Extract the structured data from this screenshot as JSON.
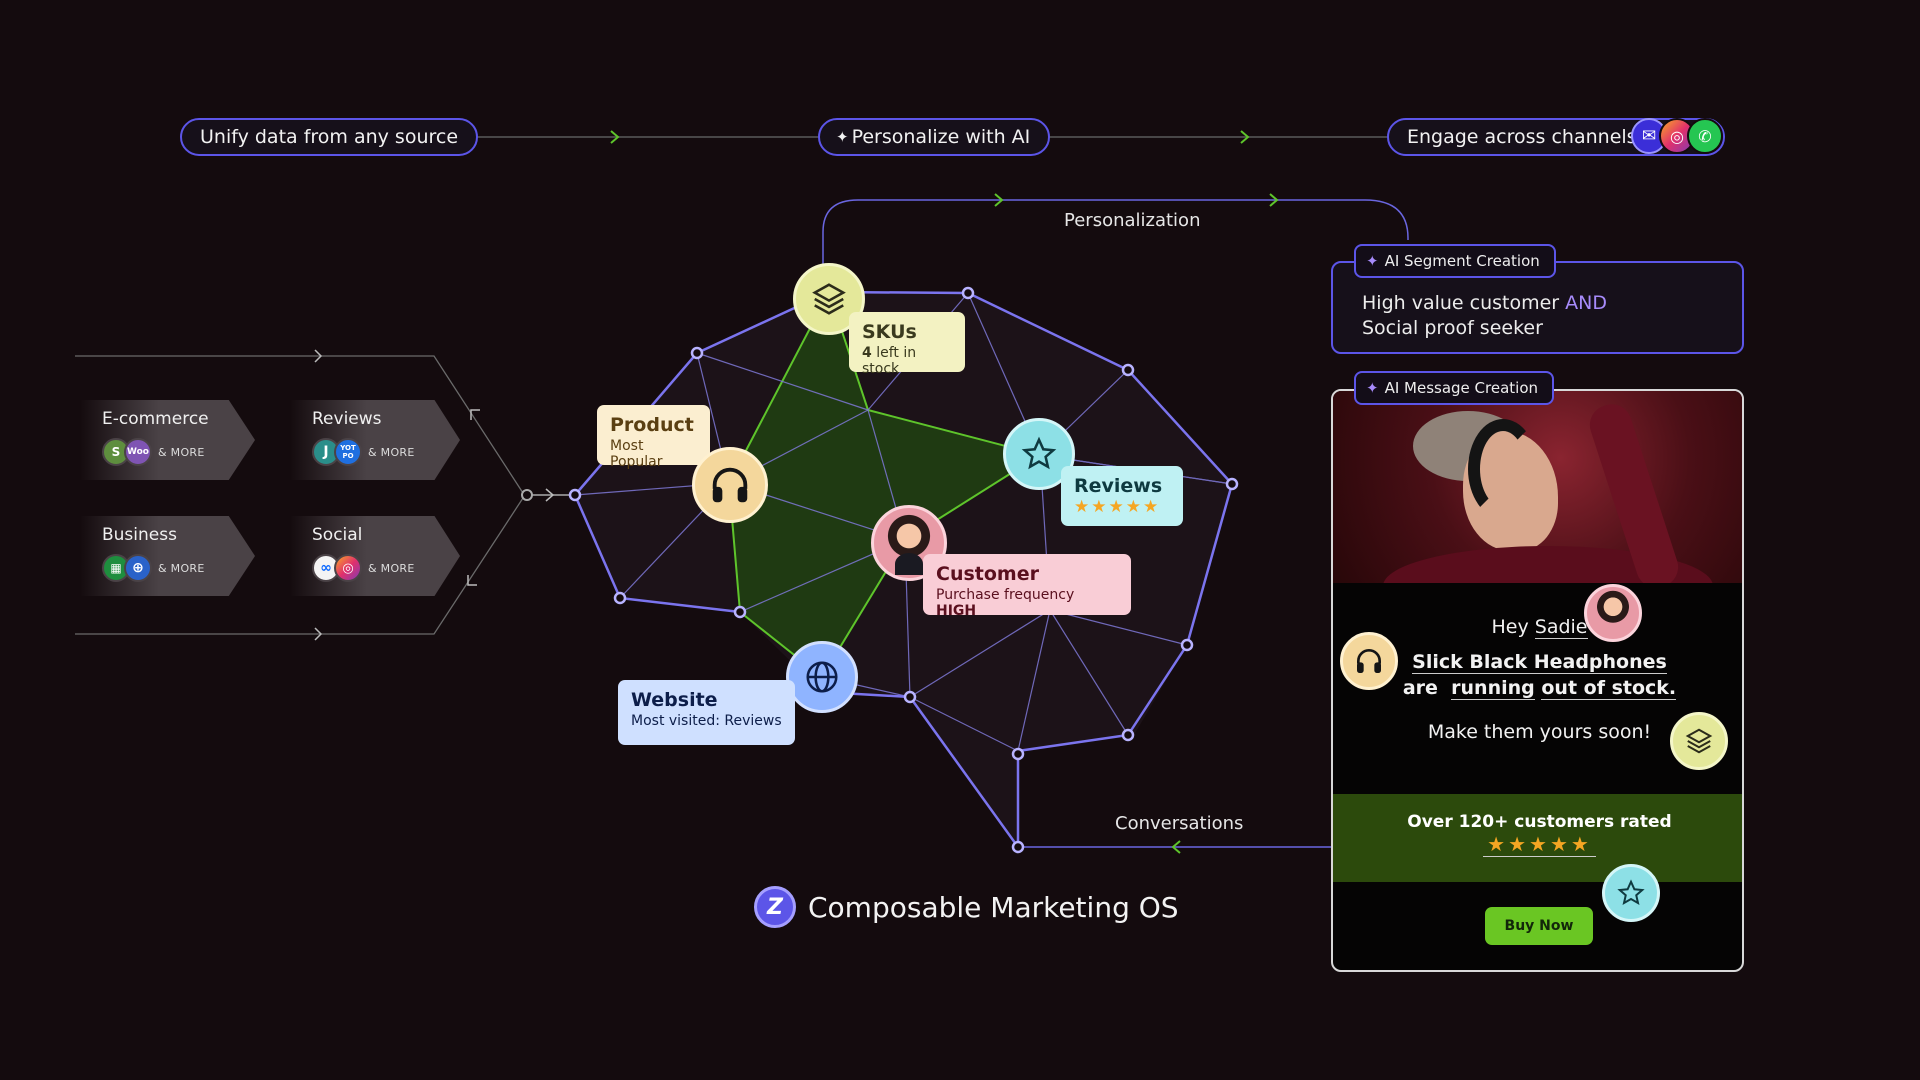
{
  "steps": {
    "unify": "Unify data from any source",
    "personalize": "Personalize with AI",
    "engage": "Engage across channels"
  },
  "sources": [
    {
      "label": "E-commerce",
      "more": "& MORE",
      "icons": [
        "shopify-icon",
        "woo-icon"
      ]
    },
    {
      "label": "Reviews",
      "more": "& MORE",
      "icons": [
        "judgeme-icon",
        "yotpo-icon"
      ]
    },
    {
      "label": "Business",
      "more": "& MORE",
      "icons": [
        "sheets-icon",
        "globe-icon"
      ]
    },
    {
      "label": "Social",
      "more": "& MORE",
      "icons": [
        "meta-icon",
        "instagram-icon"
      ]
    }
  ],
  "icon_text": {
    "woo": "Woo",
    "judgeme": "J",
    "yotpo": "YOT PO"
  },
  "graph": {
    "personalization_label": "Personalization",
    "conversations_label": "Conversations",
    "skus": {
      "title": "SKUs",
      "count": "4",
      "detail": "left in stock"
    },
    "product": {
      "title": "Product",
      "detail": "Most Popular"
    },
    "reviews": {
      "title": "Reviews",
      "stars": "★★★★★"
    },
    "customer": {
      "title": "Customer",
      "detail": "Purchase frequency",
      "level": "HIGH"
    },
    "website": {
      "title": "Website",
      "detail": "Most visited: Reviews"
    }
  },
  "brand": {
    "name": "Composable Marketing OS"
  },
  "segment": {
    "tag": "AI Segment Creation",
    "line1_a": "High value customer ",
    "line1_b": "AND",
    "line2": "Social proof seeker"
  },
  "message": {
    "tag": "AI Message Creation",
    "greeting": "Hey ",
    "name": "Sadie",
    "product": "Slick Black Headphones",
    "are": "are",
    "running": "running",
    "stock": "out of stock.",
    "cta_text": "Make them yours soon!",
    "rated": "Over 120+ customers rated",
    "stars": "★★★★★",
    "button": "Buy Now"
  },
  "colors": {
    "accent": "#5c55e8",
    "green": "#5ec42b",
    "graph_fill": "#1f3a12"
  }
}
